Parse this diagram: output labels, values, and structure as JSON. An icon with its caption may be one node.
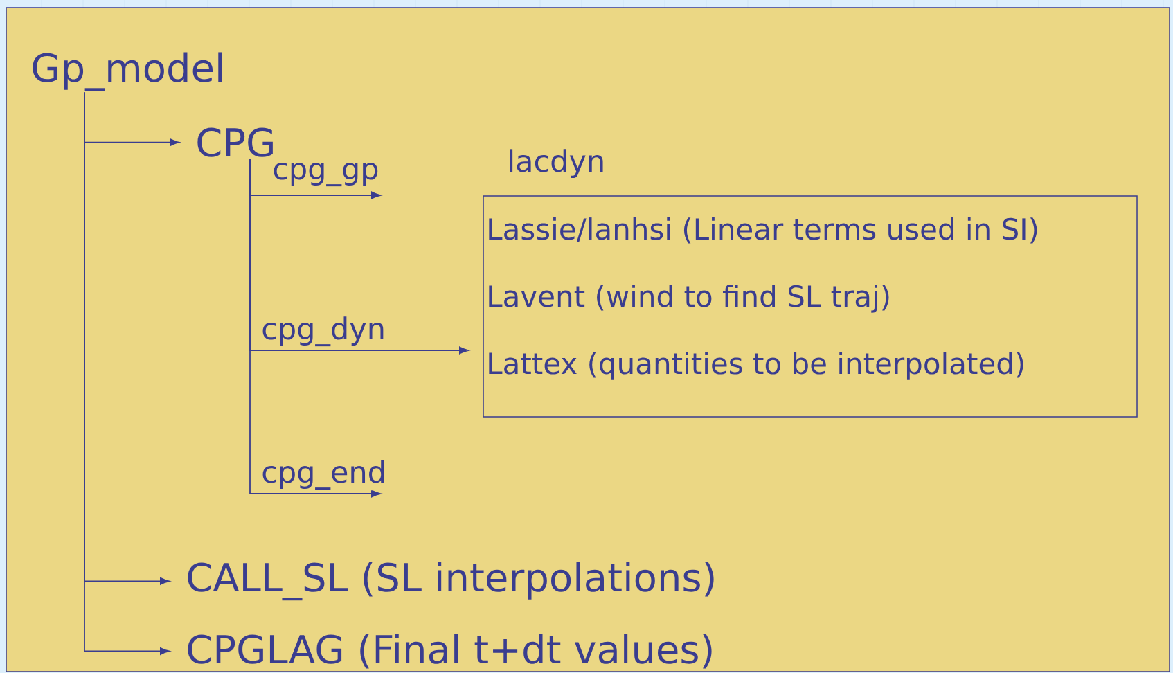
{
  "diagram": {
    "nodes": [
      {
        "text": [
          "Gp_model"
        ]
      },
      {
        "text": [
          "CPG"
        ]
      },
      {
        "text": [
          "lacdyn",
          "Lassie/lanhsi (Linear terms used in SI)",
          "Lavent (wind to find SL traj)",
          "Lattex (quantities to be interpolated)"
        ]
      },
      {
        "text": [
          "CALL_SL (SL interpolations)"
        ]
      },
      {
        "text": [
          "CPGLAG (Final t+dt values)"
        ]
      }
    ],
    "edges": [
      {
        "from": 0,
        "to": 1,
        "arrow": "to"
      },
      {
        "from": 1,
        "to": null,
        "label": "cpg_gp",
        "arrow": "to"
      },
      {
        "from": 1,
        "to": 2,
        "label": "cpg_dyn",
        "arrow": "to"
      },
      {
        "from": 1,
        "to": null,
        "label": "cpg_end",
        "arrow": "to"
      },
      {
        "from": 0,
        "to": 3,
        "arrow": "to"
      },
      {
        "from": 0,
        "to": 4,
        "arrow": "to"
      }
    ]
  }
}
